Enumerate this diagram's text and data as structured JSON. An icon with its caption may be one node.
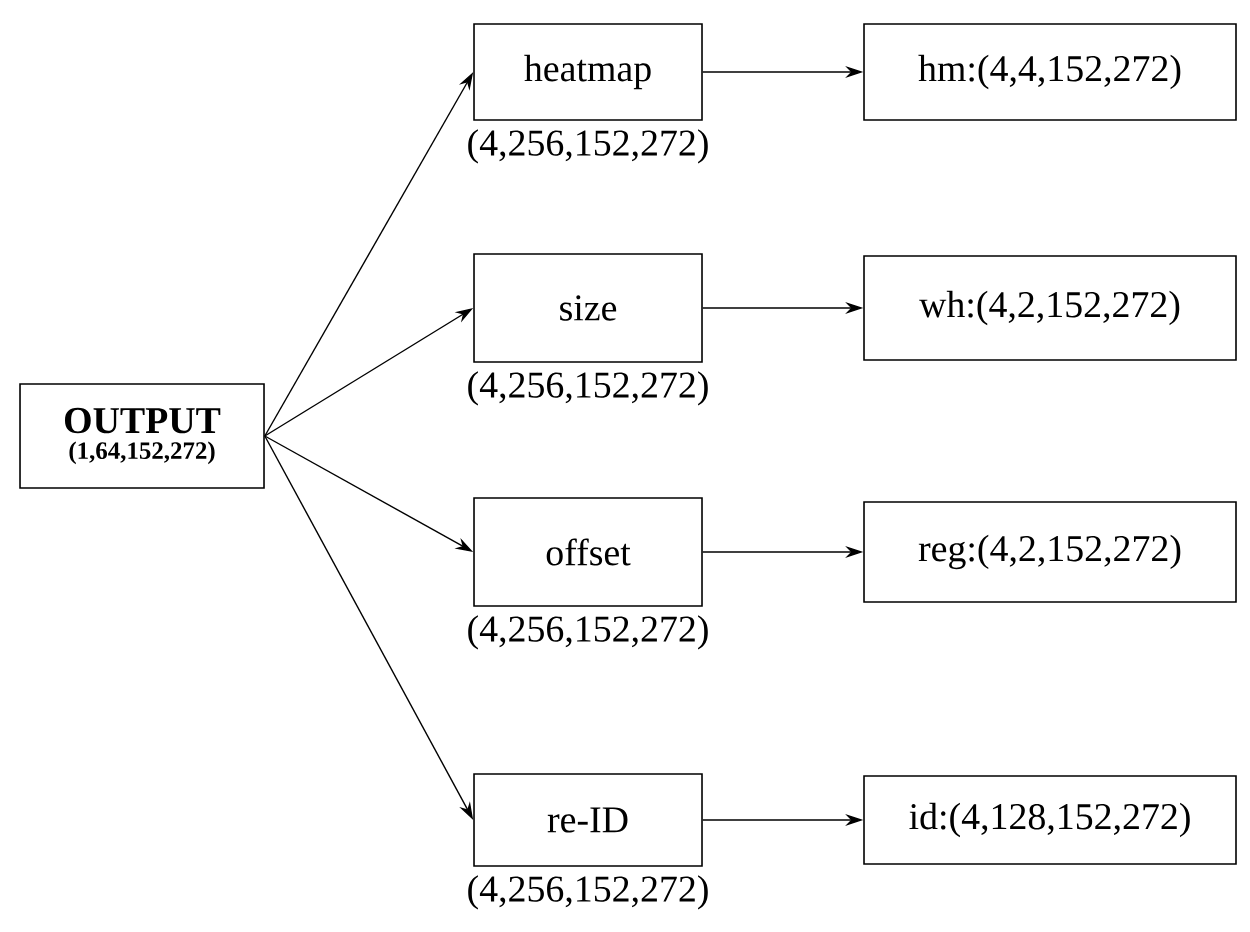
{
  "diagram": {
    "nodes": [
      {
        "text": [
          "OUTPUT",
          "(1,64,152,272)"
        ]
      },
      {
        "text": [
          "heatmap"
        ],
        "beside": [
          "(4,256,152,272)"
        ]
      },
      {
        "text": [
          "hm:(4,4,152,272)"
        ]
      },
      {
        "text": [
          "size"
        ],
        "beside": [
          "(4,256,152,272)"
        ]
      },
      {
        "text": [
          "wh:(4,2,152,272)"
        ]
      },
      {
        "text": [
          "offset"
        ],
        "beside": [
          "(4,256,152,272)"
        ]
      },
      {
        "text": [
          "reg:(4,2,152,272)"
        ]
      },
      {
        "text": [
          "re-ID"
        ],
        "beside": [
          "(4,256,152,272)"
        ]
      },
      {
        "text": [
          "id:(4,128,152,272)"
        ]
      }
    ],
    "edges": [
      {
        "from": 0,
        "to": 1,
        "arrow": "to"
      },
      {
        "from": 0,
        "to": 3,
        "arrow": "to"
      },
      {
        "from": 0,
        "to": 5,
        "arrow": "to"
      },
      {
        "from": 0,
        "to": 7,
        "arrow": "to"
      },
      {
        "from": 1,
        "to": 2,
        "arrow": "to"
      },
      {
        "from": 3,
        "to": 4,
        "arrow": "to"
      },
      {
        "from": 5,
        "to": 6,
        "arrow": "to"
      },
      {
        "from": 7,
        "to": 8,
        "arrow": "to"
      }
    ]
  }
}
